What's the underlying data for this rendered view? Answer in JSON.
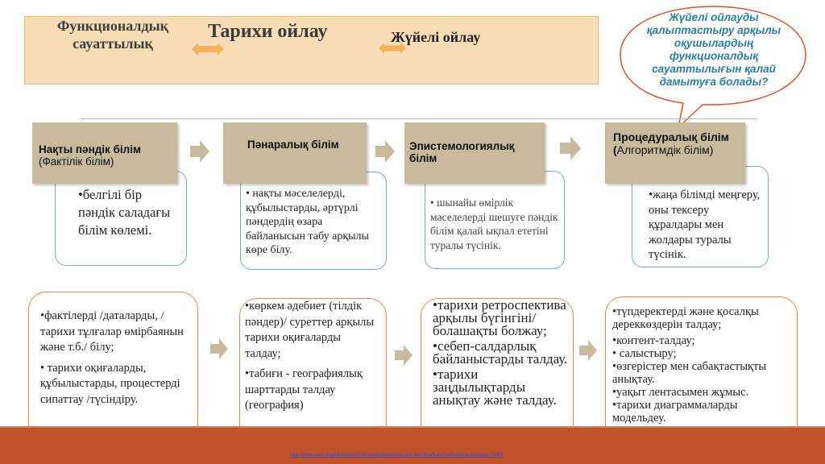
{
  "banner": {
    "item1": "Функционалдық сауаттылық",
    "item2": "Тарихи ойлау",
    "item3": "Жүйелі ойлау"
  },
  "question": "Жүйелі ойлауды қалыптастыру арқылы оқушылардың функционалдық сауаттылығын қалай дамытуға болады?",
  "headers": [
    {
      "bold": "Нақты пәндік білім",
      "rest": "(Фактілік білім)"
    },
    {
      "bold": "Пәнаралық білім",
      "rest": ""
    },
    {
      "bold": "Эпистемологиялық білім",
      "rest": ""
    },
    {
      "bold": "Процедуралық білім (",
      "rest": "Алгоритмдік білім)"
    }
  ],
  "cards_top": [
    "•белгілі бір пәндік саладағы білім көлемі.",
    "• нақты мәселелерді, құбылыстарды, әртүрлі пәндердің өзара байланысын табу арқылы көре білу.",
    "• шынайы өмірлік мәселелерді шешуге пәндік білім қалай ықпал ететіні туралы түсінік.",
    "•жаңа білімді меңгеру, оны тексеру құралдары мен жолдары туралы түсінік."
  ],
  "cards_bottom": {
    "c1": [
      "•фактілерді /даталарды, / тарихи тұлғалар өмірбаянын және т.б./ білу;",
      "• тарихи оқиғаларды, құбылыстарды, процестерді сипаттау /түсіндіру."
    ],
    "c2": [
      "•көркем әдебиет (тілдік пәндер)/ суреттер арқылы тарихи оқиғаларды талдау;",
      "•табиғи - географиялық шарттарды талдау (география)"
    ],
    "c3": [
      "•тарихи ретроспектива арқылы бүгінгіні/ болашақты болжау;",
      "•себеп-салдарлық байланыстарды талдау.",
      "•тарихи заңдылықтарды анықтау және талдау."
    ],
    "c4": [
      "•түпдеректерді және қосалқы дереккөздерін талдау;",
      "•контент-талдау;",
      "• салыстыру;",
      "•өзгерістер мен сабақтастықты анықтау.",
      "•уақыт лентасымен жұмыс.",
      "•тарихи диаграммаларды модельдеу."
    ]
  },
  "footer_url": "http://www.oecd.org/education/2030-project/teaching-and-learning/learning/learning-compass-2030/",
  "colors": {
    "banner": "#f9ddb7",
    "header": "#c9b99d",
    "top_card_border": "#6aaed8",
    "bottom_card_border": "#f0863e",
    "footer": "#c2532b"
  }
}
